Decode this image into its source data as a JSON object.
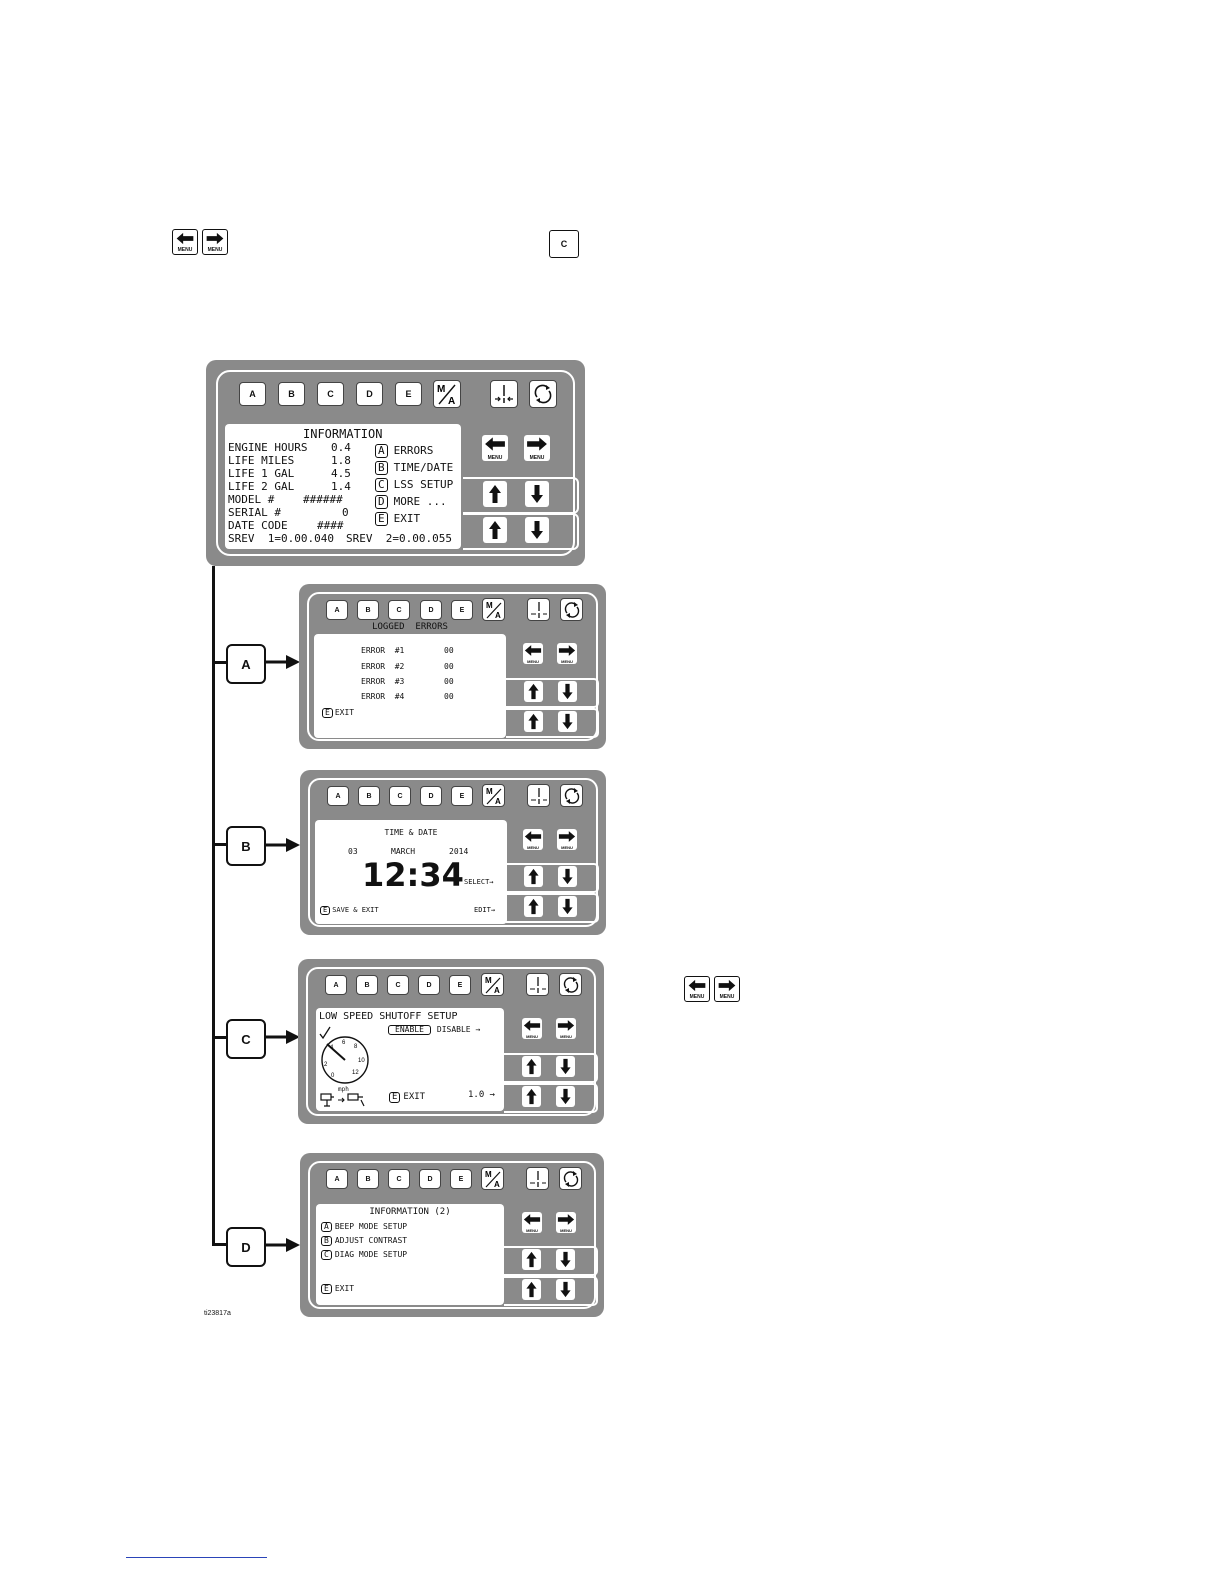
{
  "header_icons": {
    "left_keys": [
      "arrow-left-menu-icon",
      "arrow-right-menu-icon"
    ],
    "menu_label": "MENU",
    "right_key": "C"
  },
  "key_labels": [
    "A",
    "B",
    "C",
    "D",
    "E"
  ],
  "ma_key": "M/A",
  "menu_label": "MENU",
  "main_screen": {
    "title": "INFORMATION",
    "rows": [
      {
        "label": "ENGINE HOURS",
        "value": "0.4"
      },
      {
        "label": "LIFE MILES",
        "value": "1.8"
      },
      {
        "label": "LIFE 1 GAL",
        "value": "4.5"
      },
      {
        "label": "LIFE 2 GAL",
        "value": "1.4"
      },
      {
        "label": "MODEL #",
        "value": "######"
      },
      {
        "label": "SERIAL #",
        "value": "0"
      },
      {
        "label": "DATE CODE",
        "value": "####"
      }
    ],
    "options": [
      {
        "key": "A",
        "label": "ERRORS"
      },
      {
        "key": "B",
        "label": "TIME/DATE"
      },
      {
        "key": "C",
        "label": "LSS SETUP"
      },
      {
        "key": "D",
        "label": "MORE ..."
      },
      {
        "key": "E",
        "label": "EXIT"
      }
    ],
    "srev1": "SREV  1=0.00.040",
    "srev2": "SREV  2=0.00.055"
  },
  "branches": [
    {
      "key": "A"
    },
    {
      "key": "B"
    },
    {
      "key": "C"
    },
    {
      "key": "D"
    }
  ],
  "errors_screen": {
    "title": "LOGGED  ERRORS",
    "rows": [
      {
        "label": "ERROR  #1",
        "value": "00"
      },
      {
        "label": "ERROR  #2",
        "value": "00"
      },
      {
        "label": "ERROR  #3",
        "value": "00"
      },
      {
        "label": "ERROR  #4",
        "value": "00"
      }
    ],
    "exit_key": "E",
    "exit": "EXIT"
  },
  "time_screen": {
    "title": "TIME & DATE",
    "day": "03",
    "month": "MARCH",
    "year": "2014",
    "clock": "12:34",
    "select": "SELECT→",
    "exit_key": "E",
    "save_exit": "SAVE & EXIT",
    "edit": "EDIT→"
  },
  "lss_screen": {
    "title": "LOW SPEED SHUTOFF SETUP",
    "enable": "ENABLE",
    "disable": "DISABLE →",
    "gauge_numbers": [
      "2",
      "4",
      "6",
      "8",
      "10",
      "12",
      "0"
    ],
    "gauge_unit": "mph",
    "exit_key": "E",
    "exit": "EXIT",
    "value": "1.0 →"
  },
  "info2_screen": {
    "title": "INFORMATION (2)",
    "options": [
      {
        "key": "A",
        "label": "BEEP MODE SETUP"
      },
      {
        "key": "B",
        "label": "ADJUST CONTRAST"
      },
      {
        "key": "C",
        "label": "DIAG MODE SETUP"
      }
    ],
    "exit_key": "E",
    "exit": "EXIT"
  },
  "side_icons": [
    "arrow-left-menu-icon",
    "arrow-right-menu-icon"
  ],
  "figure_id": "ti23817a"
}
